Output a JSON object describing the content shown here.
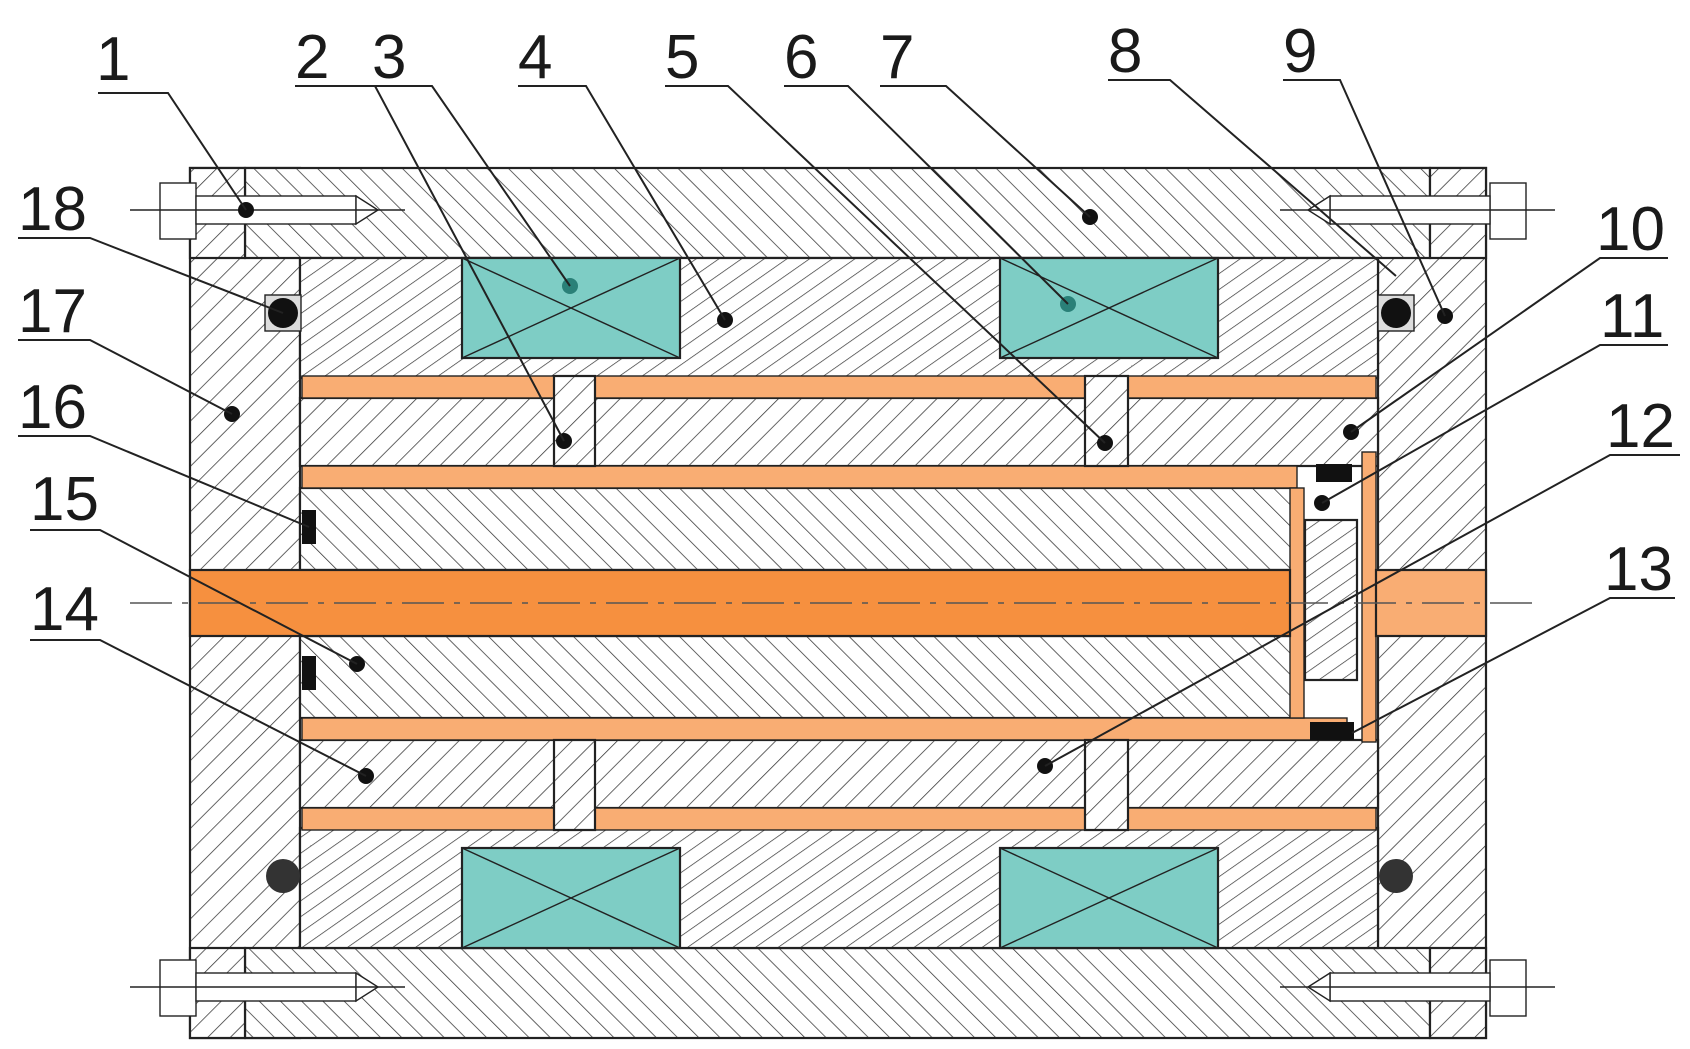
{
  "figure": {
    "labels": [
      "1",
      "2",
      "3",
      "4",
      "5",
      "6",
      "7",
      "8",
      "9",
      "10",
      "11",
      "12",
      "13",
      "14",
      "15",
      "16",
      "17",
      "18"
    ]
  },
  "colors": {
    "coil": "#7ecdc5",
    "sleeve": "#f9ad73",
    "shaft": "#f6903f",
    "sealing": "#111111",
    "hatch": "#333333",
    "background": "#ffffff"
  }
}
